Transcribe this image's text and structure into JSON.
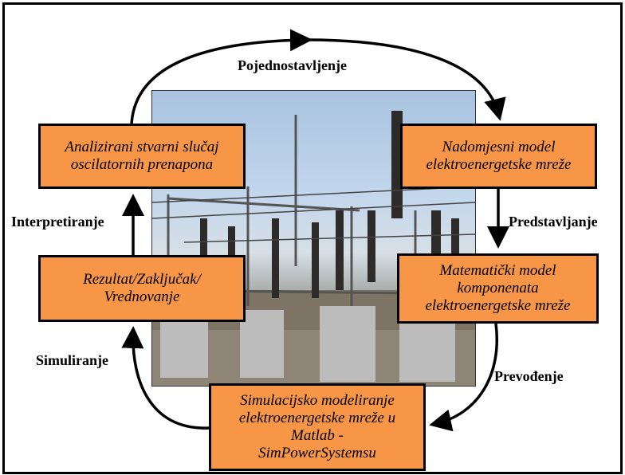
{
  "diagram": {
    "boxes": {
      "analyzed_case": {
        "line1": "Analizirani stvarni slučaj",
        "line2": "oscilatornih prenapona"
      },
      "equivalent_model": {
        "line1": "Nadomjesni model",
        "line2": "elektroenergetske mreže"
      },
      "math_model": {
        "line1": "Matematički model",
        "line2": "komponenata",
        "line3": "elektroenergetske mreže"
      },
      "simulation_model": {
        "line1": "Simulacijsko modeliranje",
        "line2": "elektroenergetske mreže u",
        "line3": "Matlab -",
        "line4": "SimPowerSystemsu"
      },
      "result": {
        "line1": "Rezultat/Zaključak/",
        "line2": "Vrednovanje"
      }
    },
    "arrow_labels": {
      "simplification": "Pojednostavljenje",
      "representation": "Predstavljanje",
      "translation": "Prevođenje",
      "simulation": "Simuliranje",
      "interpretation": "Interpretiranje"
    },
    "colors": {
      "box_fill": "#f79646",
      "border": "#000000"
    }
  }
}
